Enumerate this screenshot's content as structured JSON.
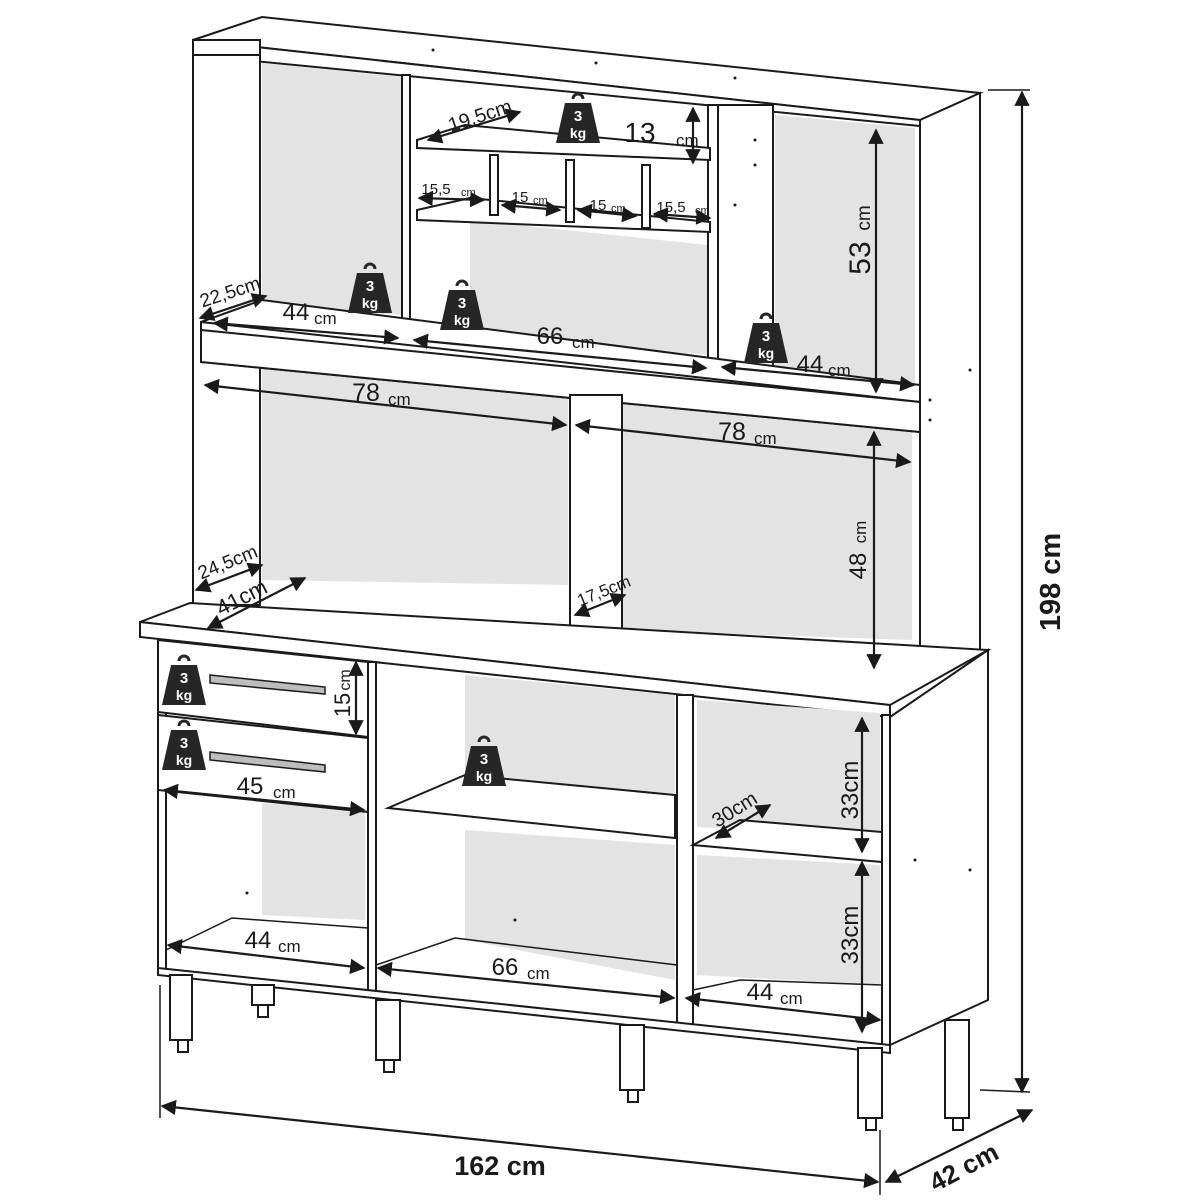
{
  "weight_badge": {
    "number": "3",
    "unit": "kg"
  },
  "dimensions": {
    "total_width": "162 cm",
    "total_height": "198 cm",
    "total_depth": "42 cm",
    "top_shelf_depth": "19,5cm",
    "top_shelf_gap": "13",
    "top_shelf_gap_unit": "cm",
    "niche_1": "15,5",
    "niche_2": "15",
    "niche_3": "15",
    "niche_4": "15,5",
    "niche_unit": "cm",
    "upper_left_depth": "22,5cm",
    "upper_left_width": "44",
    "upper_center_width": "66",
    "upper_right_width": "44",
    "upper_right_height": "53",
    "middle_left_width": "78",
    "middle_right_width": "78",
    "middle_height": "48",
    "middle_depth": "24,5cm",
    "counter_depth": "41cm",
    "divider_depth": "17,5cm",
    "drawer_height": "15",
    "drawer_width": "45",
    "lower_right_depth": "30cm",
    "lower_right_height_top": "33cm",
    "lower_right_height_bottom": "33cm",
    "lower_left_width": "44",
    "lower_center_width": "66",
    "lower_right_width": "44",
    "unit": "cm"
  }
}
